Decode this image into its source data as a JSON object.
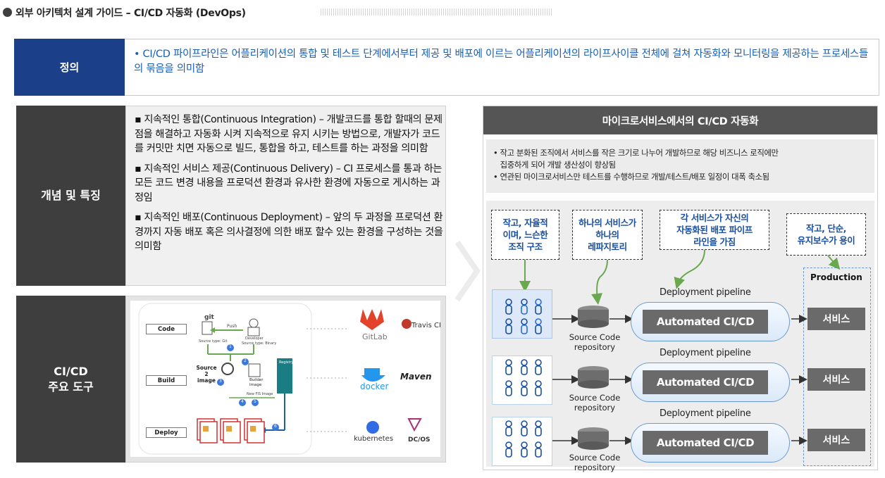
{
  "header": {
    "title": "외부 아키텍처 설계 가이드 – CI/CD 자동화 (DevOps)"
  },
  "definition": {
    "label": "정의",
    "text": "• CI/CD 파이프라인은 어플리케이션의 통합 및 테스트 단계에서부터 제공 및 배포에 이르는 어플리케이션의 라이프사이클 전체에 걸쳐 자동화와 모니터링을 제공하는 프로세스들의 묶음을 의미함"
  },
  "concept": {
    "label": "개념 및 특징",
    "items": [
      "지속적인 통합(Continuous Integration) – 개발코드를 통합 할때의 문제점을 해결하고 자동화 시켜 지속적으로 유지 시키는 방법으로, 개발자가 코드를 커밋만 치면 자동으로 빌드, 통합을 하고, 테스트를 하는 과정을 의미함",
      "지속적인 서비스 제공(Continuous Delivery) – CI 프로세스를 통과 하는 모든 코드 변경 내용을 프로덕션 환경과 유사한 환경에 자동으로 게시하는 과정임",
      "지속적인 배포(Continuous Deployment) – 앞의 두 과정을 프로덕션 환경까지 자동 배포 혹은 의사결정에 의한 배포 할수 있는 환경을 구성하는 것을 의미함"
    ]
  },
  "tools": {
    "label_line1": "CI/CD",
    "label_line2": "주요 도구",
    "stages": [
      "Code",
      "Build",
      "Deploy"
    ],
    "diagram": {
      "git": "git",
      "push": "Push",
      "developer": "Developer",
      "source_type_git": "Source type: Git",
      "source_type_binary": "Source type: Binary",
      "source_line1": "Source",
      "source_line2": "2",
      "source_line3": "image",
      "builder_line1": "Builder",
      "builder_line2": "Image",
      "registry": "Registry",
      "new_image": "New FIS Image",
      "steps": [
        "1",
        "2",
        "3",
        "4",
        "5",
        "6"
      ]
    },
    "names": {
      "gitlab": "GitLab",
      "travis": "Travis CI",
      "docker": "docker",
      "maven": "Maven",
      "kubernetes": "kubernetes",
      "dcos": "DC/OS"
    }
  },
  "micro": {
    "title": "마이크로서비스에서의 CI/CD 자동화",
    "bullets": [
      "• 작고 분화된 조직에서 서비스를 작은 크기로 나누어 개발하므로 해당 비즈니스 로직에만",
      "   집중하게 되어 개발 생산성이 향상됨",
      "• 연관된 마이크로서비스만 테스트를 수행하므로 개발/테스트/배포 일정이 대폭 축소됨"
    ],
    "callouts": [
      {
        "l1": "작고, 자율적",
        "l2": "이며, 느슨한",
        "l3": "조직 구조"
      },
      {
        "l1": "하나의 서비스가",
        "l2": "하나의",
        "l3": "레파지토리"
      },
      {
        "l1": "각 서비스가 자신의",
        "l2": "자동화된 배포 파이프",
        "l3": "라인을 가짐"
      },
      {
        "l1": "작고, 단순,",
        "l2": "유지보수가 용이",
        "l3": ""
      }
    ],
    "production": "Production",
    "rows": [
      {
        "pipeline_label": "Deployment pipeline",
        "pipeline": "Automated CI/CD",
        "source_l1": "Source Code",
        "source_l2": "repository",
        "service": "서비스"
      },
      {
        "pipeline_label": "Deployment pipeline",
        "pipeline": "Automated CI/CD",
        "source_l1": "Source Code",
        "source_l2": "repository",
        "service": "서비스"
      },
      {
        "pipeline_label": "Deployment pipeline",
        "pipeline": "Automated CI/CD",
        "source_l1": "Source Code",
        "source_l2": "repository",
        "service": "서비스"
      }
    ]
  },
  "colors": {
    "primary": "#1c3f8a",
    "dark": "#3e3e3e",
    "accent_text": "#1a5fb4",
    "arrow_green": "#6aa84f"
  }
}
